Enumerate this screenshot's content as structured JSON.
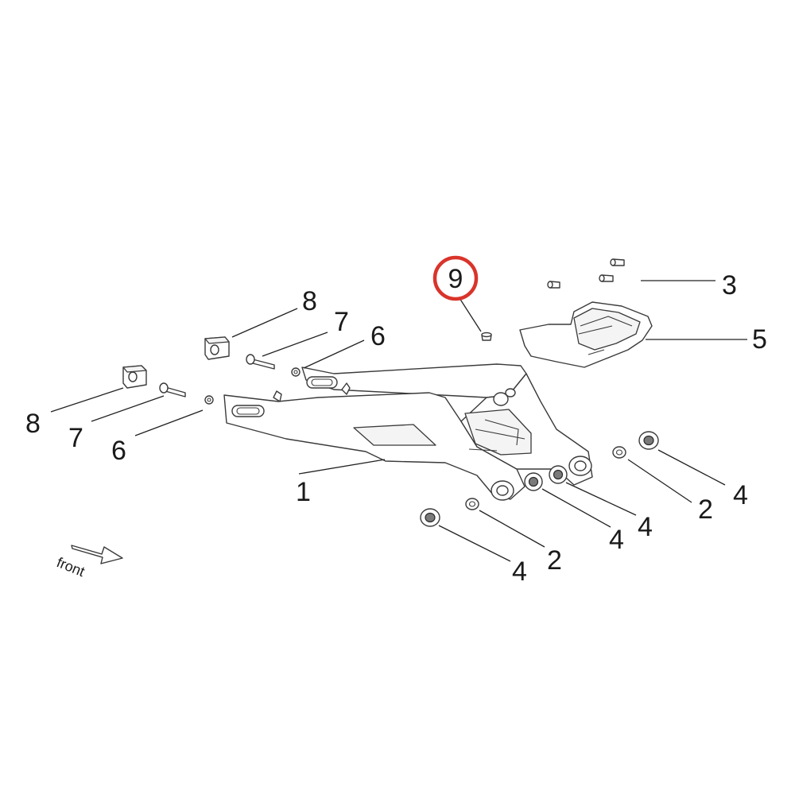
{
  "colors": {
    "background": "#ffffff",
    "line": "#3a3a3a",
    "highlight": "#d9342b"
  },
  "callouts": {
    "c1": "1",
    "c2a": "2",
    "c2b": "2",
    "c3": "3",
    "c4a": "4",
    "c4b": "4",
    "c4c": "4",
    "c4d": "4",
    "c5": "5",
    "c6a": "6",
    "c6b": "6",
    "c7a": "7",
    "c7b": "7",
    "c8a": "8",
    "c8b": "8",
    "c9": "9"
  },
  "highlighted_callout": "9",
  "direction": {
    "label": "front",
    "icon": "arrow-right-outline-icon"
  }
}
